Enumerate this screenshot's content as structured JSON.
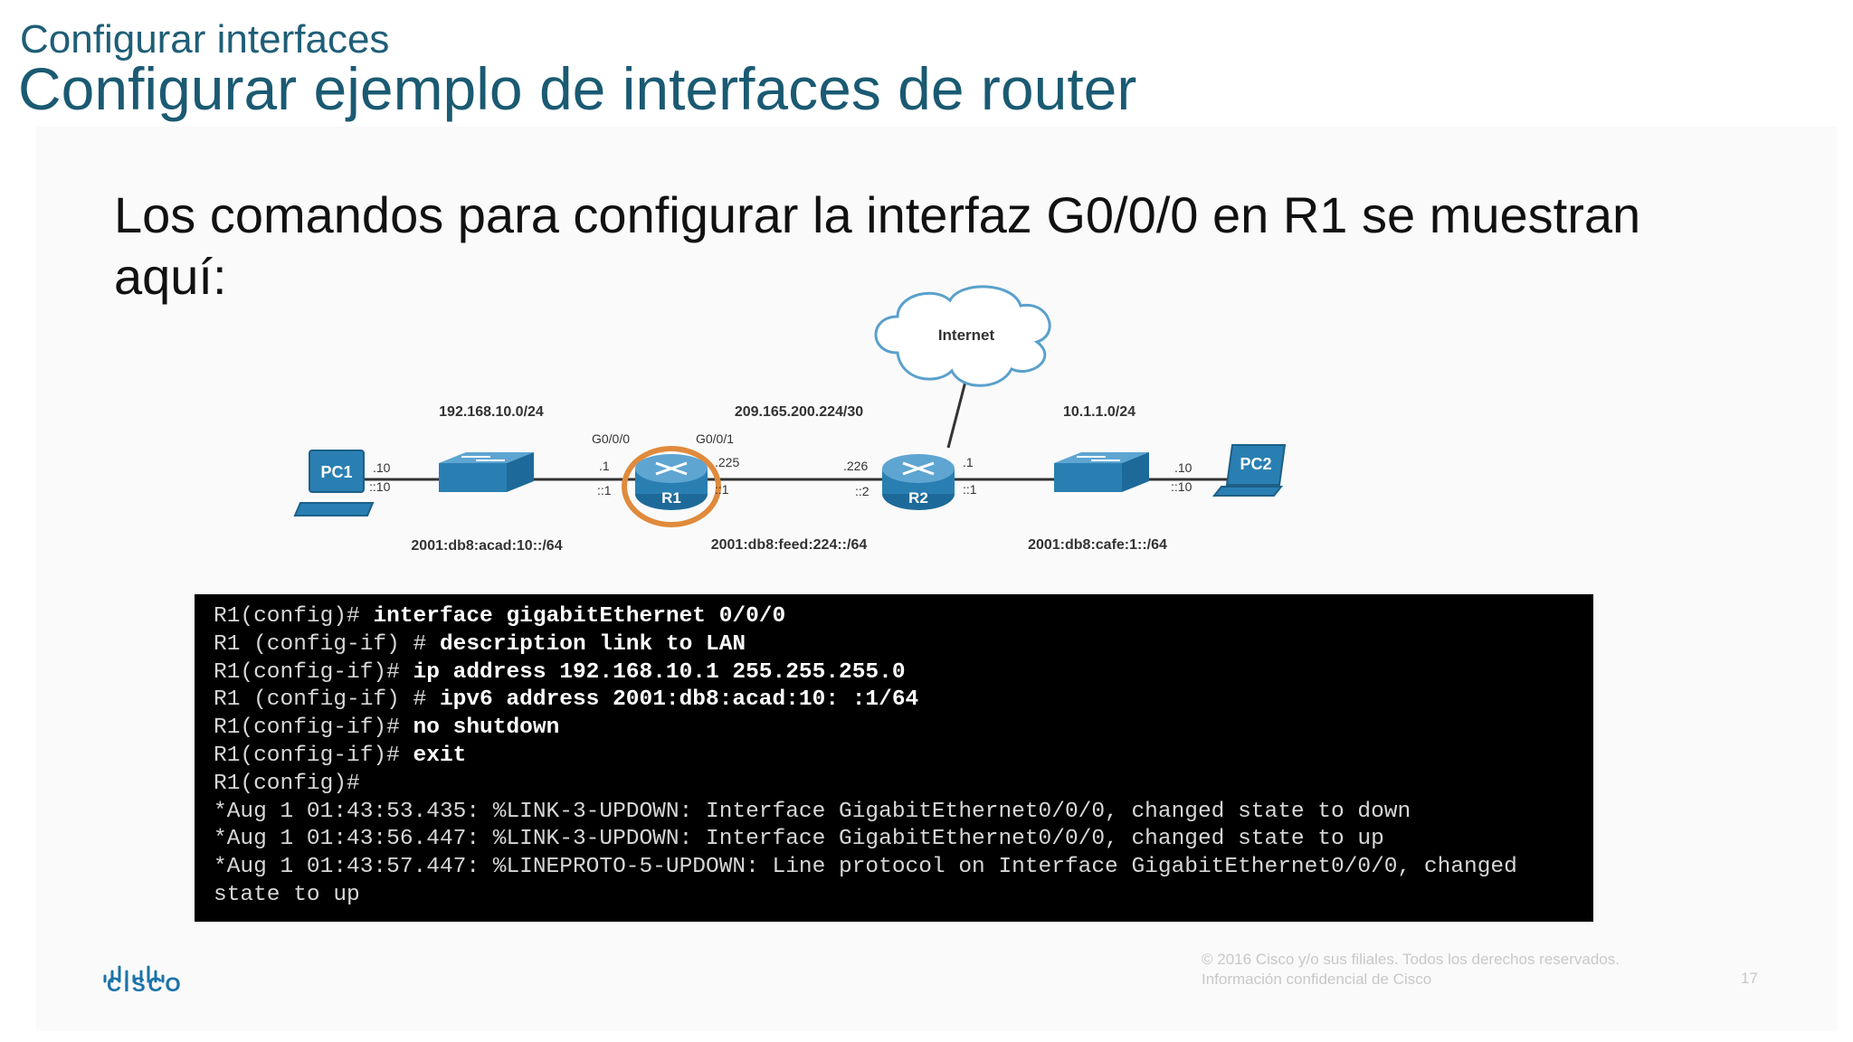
{
  "slide": {
    "subtitle": "Configurar interfaces",
    "title": "Configurar ejemplo de interfaces de router",
    "body": "Los comandos para configurar la interfaz G0/0/0 en R1 se muestran aquí:"
  },
  "diagram": {
    "cloud_label": "Internet",
    "net1_ipv4": "192.168.10.0/24",
    "net2_ipv4": "209.165.200.224/30",
    "net3_ipv4": "10.1.1.0/24",
    "net1_ipv6": "2001:db8:acad:10::/64",
    "net2_ipv6": "2001:db8:feed:224::/64",
    "net3_ipv6": "2001:db8:cafe:1::/64",
    "pc1": "PC1",
    "pc2": "PC2",
    "r1": "R1",
    "r2": "R2",
    "r1_if_left": "G0/0/0",
    "r1_if_right": "G0/0/1",
    "pc1_v4": ".10",
    "pc1_v6": "::10",
    "r1_left_v4": ".1",
    "r1_left_v6": "::1",
    "r1_right_v4": ".225",
    "r1_right_v6": "::1",
    "r2_left_v4": ".226",
    "r2_left_v6": "::2",
    "r2_right_v4": ".1",
    "r2_right_v6": "::1",
    "pc2_v4": ".10",
    "pc2_v6": "::10"
  },
  "terminal": {
    "lines": [
      {
        "prompt": "R1(config)# ",
        "cmd": "interface gigabitEthernet 0/0/0"
      },
      {
        "prompt": "R1 (config-if) # ",
        "cmd": "description link to LAN"
      },
      {
        "prompt": "R1(config-if)# ",
        "cmd": "ip address 192.168.10.1 255.255.255.0"
      },
      {
        "prompt": "R1 (config-if) # ",
        "cmd": "ipv6 address 2001:db8:acad:10: :1/64"
      },
      {
        "prompt": "R1(config-if)# ",
        "cmd": "no shutdown"
      },
      {
        "prompt": "R1(config-if)# ",
        "cmd": "exit"
      },
      {
        "prompt": "R1(config)#",
        "cmd": ""
      },
      {
        "prompt": "*Aug 1 01:43:53.435: %LINK-3-UPDOWN: Interface GigabitEthernet0/0/0, changed state to down",
        "cmd": ""
      },
      {
        "prompt": "*Aug 1 01:43:56.447: %LINK-3-UPDOWN: Interface GigabitEthernet0/0/0, changed state to up",
        "cmd": ""
      },
      {
        "prompt": "*Aug 1 01:43:57.447: %LINEPROTO-5-UPDOWN: Line protocol on Interface GigabitEthernet0/0/0, changed",
        "cmd": ""
      },
      {
        "prompt": "state to up",
        "cmd": ""
      }
    ]
  },
  "footer": {
    "brand": "CISCO",
    "copyright": "© 2016 Cisco y/o sus filiales. Todos los derechos reservados.",
    "confidential": "Información confidencial de Cisco",
    "page": "17"
  },
  "colors": {
    "title": "#1a5a72",
    "cisco_blue": "#1a73a8",
    "device_blue": "#2a7fb2",
    "r1_highlight": "#e08a3c"
  }
}
